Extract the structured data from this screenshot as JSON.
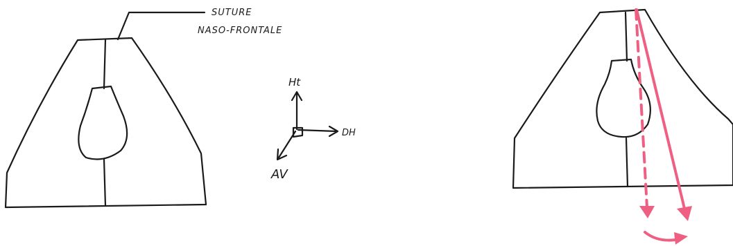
{
  "labels": {
    "suture_line1": "SUTURE",
    "suture_line2": "NASO-FRONTALE",
    "axis_up": "Ht",
    "axis_right": "DH",
    "axis_front": "AV"
  },
  "colors": {
    "ink": "#1a1a1a",
    "arrow": "#ee5f82",
    "background": "#ffffff"
  }
}
